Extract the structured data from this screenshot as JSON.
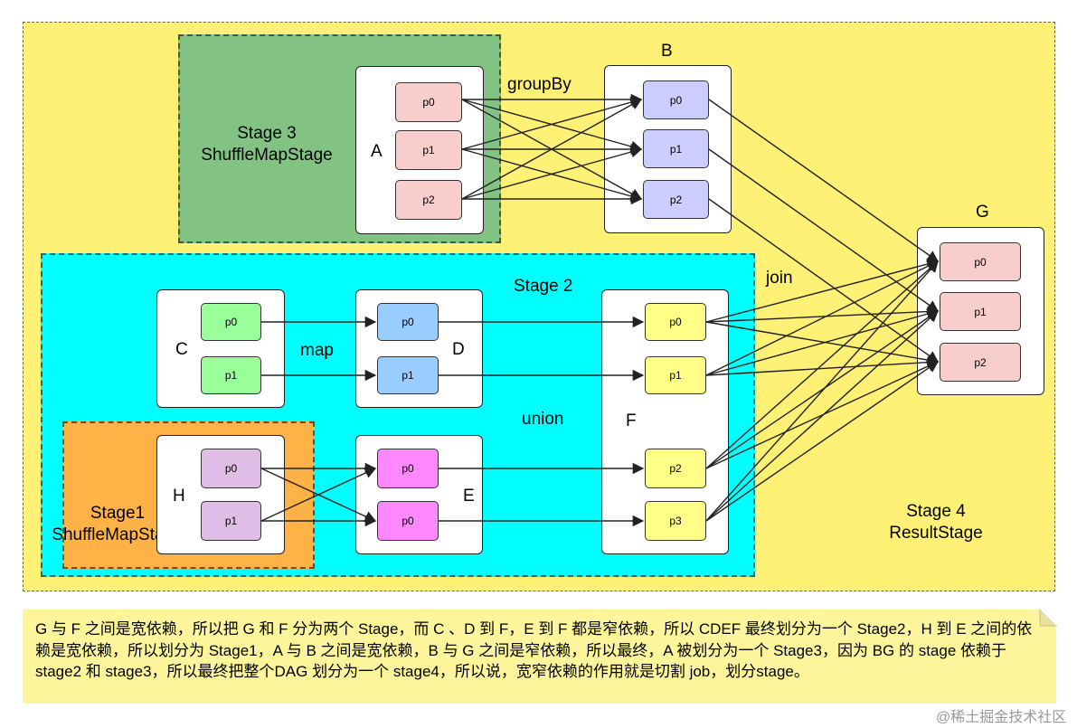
{
  "stages": {
    "stage4": {
      "line1": "Stage 4",
      "line2": "ResultStage"
    },
    "stage3": {
      "line1": "Stage 3",
      "line2": "ShuffleMapStage"
    },
    "stage2": {
      "line1": "Stage 2"
    },
    "stage1": {
      "line1": "Stage1",
      "line2": "ShuffleMapStage"
    }
  },
  "rdds": {
    "A": {
      "name": "A",
      "partitions": [
        "p0",
        "p1",
        "p2"
      ]
    },
    "B": {
      "name": "B",
      "partitions": [
        "p0",
        "p1",
        "p2"
      ]
    },
    "C": {
      "name": "C",
      "partitions": [
        "p0",
        "p1"
      ]
    },
    "D": {
      "name": "D",
      "partitions": [
        "p0",
        "p1"
      ]
    },
    "H": {
      "name": "H",
      "partitions": [
        "p0",
        "p1"
      ]
    },
    "E": {
      "name": "E",
      "partitions": [
        "p0",
        "p0"
      ]
    },
    "F": {
      "name": "F",
      "partitions": [
        "p0",
        "p1",
        "p2",
        "p3"
      ]
    },
    "G": {
      "name": "G",
      "partitions": [
        "p0",
        "p1",
        "p2"
      ]
    }
  },
  "operations": {
    "groupBy": "groupBy",
    "map": "map",
    "union": "union",
    "join": "join"
  },
  "colors": {
    "stage4": "#fff176",
    "stage3": "#82c282",
    "stage2": "#00ffff",
    "stage1": "#ffb347",
    "A": "#f8cecc",
    "B": "#ccccff",
    "C": "#99ff99",
    "D": "#99ccff",
    "H": "#e1bee7",
    "E": "#ff88ff",
    "F": "#ffff88",
    "G": "#f8cecc"
  },
  "note": {
    "text": "G 与 F 之间是宽依赖，所以把 G 和 F 分为两个 Stage，而 C 、D 到 F，E 到 F 都是窄依赖，所以 CDEF 最终划分为一个 Stage2，H 到 E 之间的依赖是宽依赖，所以划分为 Stage1，A 与 B 之间是宽依赖，B 与 G 之间是窄依赖，所以最终，A 被划分为一个 Stage3，因为 BG 的 stage 依赖于 stage2 和 stage3，所以最终把整个DAG 划分为一个 stage4，所以说，宽窄依赖的作用就是切割 job，划分stage。"
  },
  "watermark": "@稀土掘金技术社区"
}
